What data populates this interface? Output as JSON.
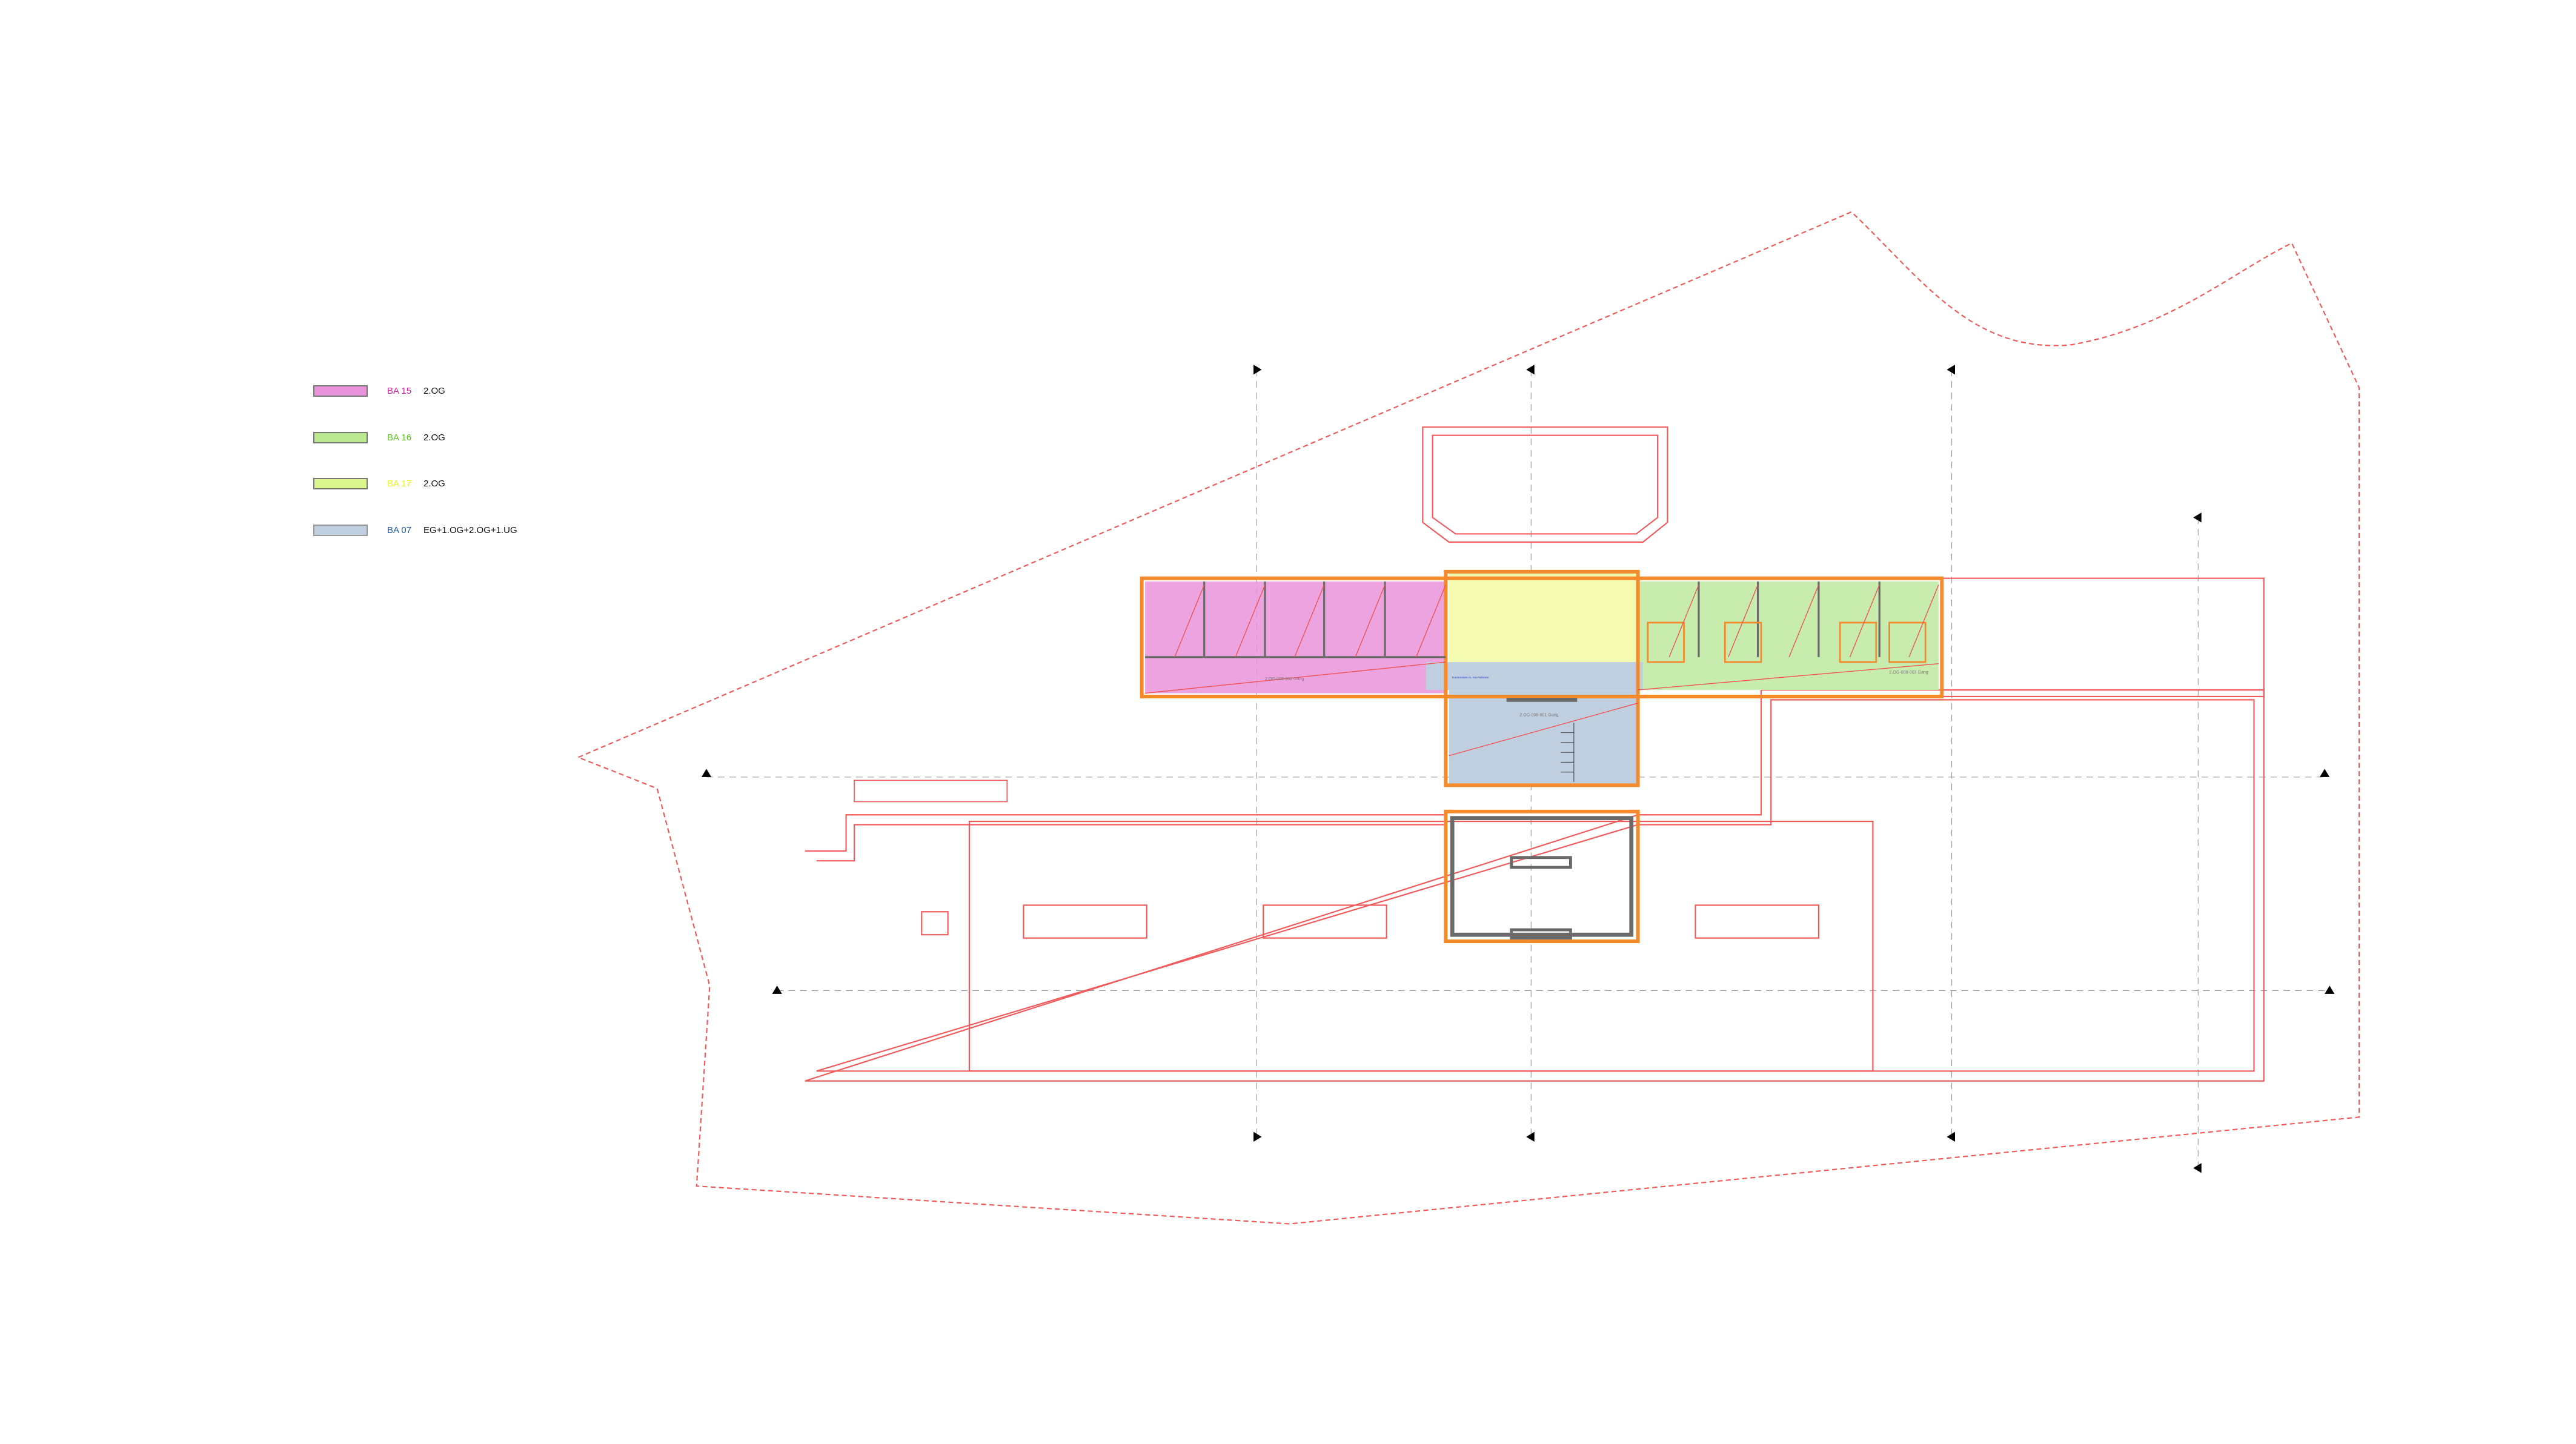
{
  "legend": [
    {
      "code": "BA 15",
      "level": "2.OG",
      "fill": "#e993da",
      "text_color": "#d21fa8"
    },
    {
      "code": "BA 16",
      "level": "2.OG",
      "fill": "#b9e891",
      "text_color": "#5cc41a"
    },
    {
      "code": "BA 17",
      "level": "2.OG",
      "fill": "#d9f78c",
      "text_color": "#e4f520"
    },
    {
      "code": "BA 07",
      "level": "EG+1.OG+2.OG+1.UG",
      "fill": "#c0cfe0",
      "text_color": "#1f5aa0"
    }
  ],
  "rooms": {
    "corridor_west": "2.OG-008-002 Gang",
    "corridor_core": "2.OG-008-001 Gang",
    "corridor_east": "2.OG-008-003 Gang",
    "window_note": "Kamineisen m. Alu-Rahmen"
  },
  "colors": {
    "line": "#f0424a",
    "wall": "#f58a2a",
    "dark": "#666666"
  }
}
